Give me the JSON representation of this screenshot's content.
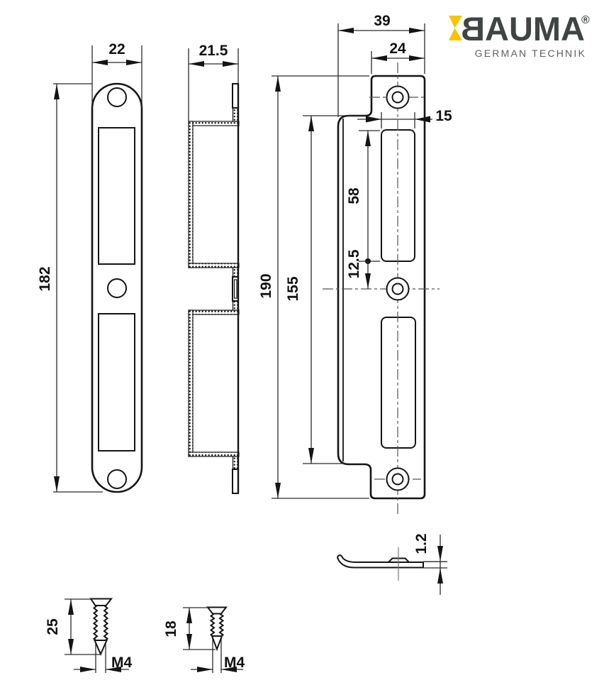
{
  "logo": {
    "brand_b": "B",
    "brand_rest": "AUMA",
    "registered": "®",
    "tagline": "GERMAN TECHNIK",
    "text_color": "#3f4542",
    "accent_color": "#f6c500"
  },
  "front_view": {
    "width": "22",
    "height": "182"
  },
  "profile_view": {
    "depth": "21.5"
  },
  "face_view": {
    "total_width": "39",
    "face_width": "24",
    "slot_width": "15",
    "slot_length": "58",
    "slot_offset": "12.5",
    "body_height": "155",
    "total_height": "190"
  },
  "edge_view": {
    "thickness": "1.2"
  },
  "screws": [
    {
      "length": "25",
      "thread": "M4"
    },
    {
      "length": "18",
      "thread": "M4"
    }
  ]
}
